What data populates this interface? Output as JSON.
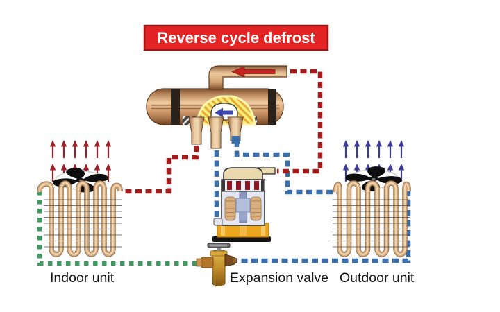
{
  "title": {
    "text": "Reverse cycle defrost",
    "text_color": "#ffffff",
    "background": "#e42424",
    "border": "#9c1414"
  },
  "components": {
    "reversing_valve": {
      "icon": "four-way-reversing-valve",
      "pipe_flow_arrow": {
        "direction": "left",
        "color": "#c32522"
      },
      "slide_arrow": {
        "direction": "left",
        "color": "#3a49ac"
      }
    },
    "compressor": {
      "icon": "hermetic-compressor-cutaway"
    },
    "expansion_valve": {
      "label": "Expansion valve",
      "icon": "thermostatic-expansion-valve"
    },
    "indoor_unit": {
      "label": "Indoor unit",
      "icon": "finned-coil-with-fan",
      "airflow": {
        "direction": "up",
        "rows": 2,
        "arrows_per_row": 6,
        "color": "#9c2026"
      }
    },
    "outdoor_unit": {
      "label": "Outdoor unit",
      "icon": "finned-coil-with-fan",
      "airflow": {
        "direction": "up",
        "rows": 2,
        "arrows_per_row": 6,
        "color": "#3c3c96"
      }
    }
  },
  "refrigerant_lines": {
    "hot_gas": {
      "color": "#a31d1d",
      "style": "dashed"
    },
    "suction_vapor": {
      "color": "#3a6fad",
      "style": "dashed"
    },
    "liquid": {
      "color": "#3f9a62",
      "style": "dashed"
    }
  }
}
